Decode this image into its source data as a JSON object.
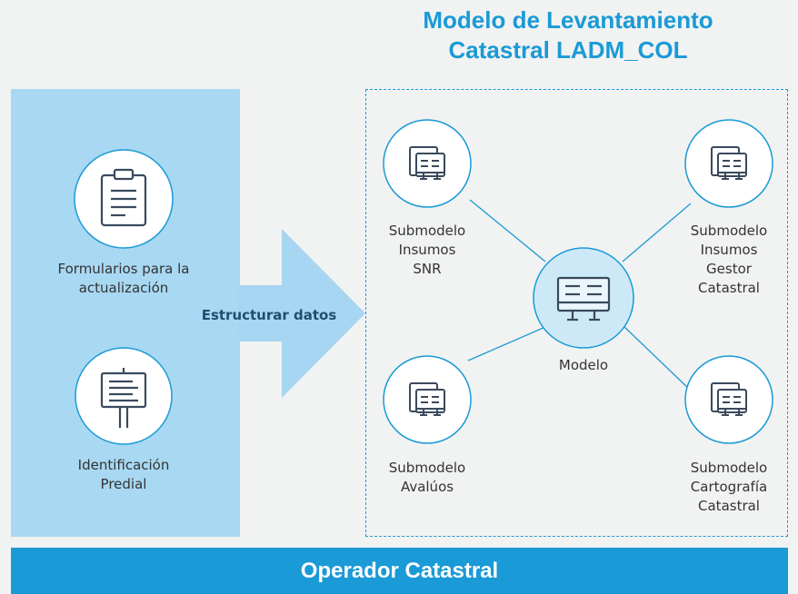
{
  "title": {
    "line1": "Modelo de Levantamiento",
    "line2": "Catastral LADM_COL"
  },
  "left_items": [
    {
      "line1": "Formularios para la",
      "line2": "actualización",
      "icon": "clipboard-icon"
    },
    {
      "line1": "Identificación",
      "line2": "Predial",
      "icon": "signpost-icon"
    }
  ],
  "arrow_label": "Estructurar datos",
  "center": {
    "label": "Modelo",
    "icon": "data-table-icon"
  },
  "submodels": [
    {
      "lines": [
        "Submodelo",
        "Insumos",
        "SNR"
      ],
      "icon": "document-stack-icon"
    },
    {
      "lines": [
        "Submodelo",
        "Insumos",
        "Gestor",
        "Catastral"
      ],
      "icon": "document-stack-icon"
    },
    {
      "lines": [
        "Submodelo",
        "Avalúos"
      ],
      "icon": "document-stack-icon"
    },
    {
      "lines": [
        "Submodelo",
        "Cartografía",
        "Catastral"
      ],
      "icon": "document-stack-icon"
    }
  ],
  "footer": "Operador Catastral",
  "colors": {
    "accent": "#1a9ad6",
    "panel": "#a8d8f2",
    "arrow": "#a6d6f1",
    "icon_stroke": "#3a4a5c",
    "background": "#f1f2f2"
  }
}
